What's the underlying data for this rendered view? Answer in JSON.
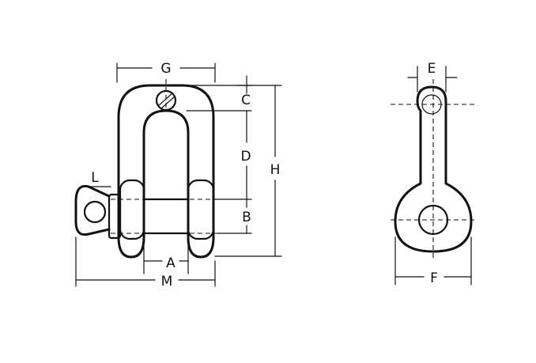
{
  "dimensions": {
    "G": "G",
    "C": "C",
    "D": "D",
    "H": "H",
    "L": "L",
    "B": "B",
    "A": "A",
    "M": "M",
    "E": "E",
    "F": "F"
  }
}
